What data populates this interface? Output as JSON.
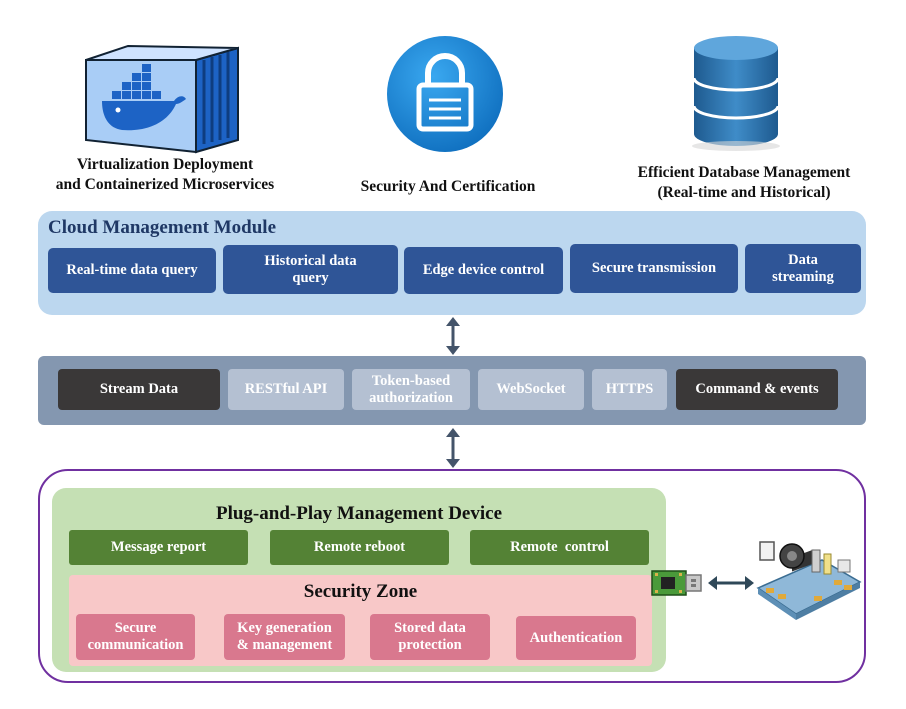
{
  "icons": [
    {
      "name": "docker-container-icon",
      "caption_line1": "Virtualization Deployment",
      "caption_line2": "and Containerized Microservices"
    },
    {
      "name": "lock-icon",
      "caption_line1": "Security And Certification",
      "caption_line2": ""
    },
    {
      "name": "database-icon",
      "caption_line1": "Efficient Database Management",
      "caption_line2": "(Real-time and Historical)"
    }
  ],
  "cloud": {
    "title": "Cloud Management Module",
    "items": [
      {
        "label": "Real-time data query"
      },
      {
        "label_line1": "Historical data",
        "label_line2": "query"
      },
      {
        "label": "Edge device control"
      },
      {
        "label": "Secure transmission"
      },
      {
        "label_line1": "Data",
        "label_line2": "streaming"
      }
    ]
  },
  "protocols": {
    "items": [
      {
        "label": "Stream Data"
      },
      {
        "label": "RESTful API"
      },
      {
        "label_line1": "Token-based",
        "label_line2": "authorization"
      },
      {
        "label": "WebSocket"
      },
      {
        "label": "HTTPS"
      },
      {
        "label": "Command & events"
      }
    ]
  },
  "device": {
    "title": "Plug-and-Play Management Device",
    "actions": [
      {
        "label": "Message report"
      },
      {
        "label": "Remote reboot"
      },
      {
        "label": "Remote  control"
      }
    ],
    "security_zone": {
      "title": "Security Zone",
      "items": [
        {
          "label_line1": "Secure",
          "label_line2": "communication"
        },
        {
          "label_line1": "Key generation",
          "label_line2": "& management"
        },
        {
          "label_line1": "Stored data",
          "label_line2": "protection"
        },
        {
          "label": "Authentication"
        }
      ]
    }
  },
  "colors": {
    "cloud_bg": "#bcd7ef",
    "cloud_btn": "#2f5597",
    "protocol_bar": "#8497b0",
    "device_border": "#7030a0",
    "green_panel": "#c5e0b4",
    "green_btn": "#548235",
    "pink_panel": "#f8c8c8",
    "pink_btn": "#d9788e",
    "arrow": "#44546a"
  }
}
